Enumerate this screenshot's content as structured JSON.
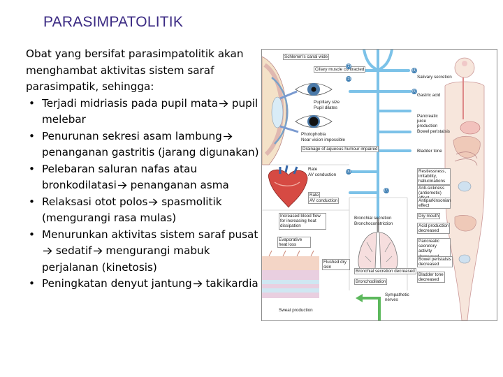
{
  "slide": {
    "title": "PARASIMPATOLITIK",
    "intro": "Obat yang bersifat parasimpatolitik akan menghambat aktivitas sistem saraf parasimpatik, sehingga:",
    "bullet_symbol": "•",
    "arrow_icon": "right-arrow-icon",
    "bullets": [
      {
        "before": "Terjadi midriasis pada pupil mata",
        "after": " pupil melebar"
      },
      {
        "before": "Penurunan sekresi asam lambung",
        "after": " penanganan gastritis (jarang digunakan)"
      },
      {
        "before": "Pelebaran saluran nafas atau bronkodilatasi",
        "after": " penanganan asma"
      },
      {
        "before": "Relaksasi otot polos",
        "after": " spasmolitik (mengurangi rasa mulas)"
      },
      {
        "before": "Menurunkan aktivitas sistem saraf pusat",
        "middle": " sedatif",
        "after": " mengurangi mabuk perjalanan (kinetosis)"
      },
      {
        "before": "Peningkatan denyut jantung",
        "after": " takikardia"
      }
    ]
  },
  "figure": {
    "nerve_color": "#7cc2e8",
    "labels": {
      "schlemm": "Schlemm's canal wide",
      "ciliary": "Ciliary muscle contracted",
      "pupillary": "Pupillary size",
      "pupil_state": "Pupil dilates",
      "photophobia": "Photophobia",
      "near_vision": "Near vision impossible",
      "drainage": "Drainage of aqueous humour impaired",
      "rate": "Rate",
      "av_conduction": "AV conduction",
      "rate2": "Rate",
      "av_conduction2": "AV conduction",
      "blood_flow": "Increased blood flow for increasing heat dissipation",
      "evaporative": "Evaporative heat loss",
      "bronchial_top": "Bronchial secretion",
      "bronchoconstriction": "Bronchoconstriction",
      "flushed": "Flushed dry skin",
      "bronchial_secretion": "Bronchial secretion decreased",
      "bronchodilation": "Bronchodilation",
      "sympathetic": "Sympathetic nerves",
      "sweat": "Sweat production",
      "salivary": "Salivary secretion",
      "gastric": "Gastric acid",
      "pancreatic": "Pancreatic juice production",
      "bowel_top": "Bowel peristalsis",
      "bladder_top": "Bladder tone",
      "restlessness": "Restlessness, irritability, hallucinations",
      "antiemetic": "Anti-sickness (antiemetic) effect",
      "antiparkinson": "Antiparkinsonian effect",
      "dry_mouth": "Dry mouth",
      "acid": "Acid production",
      "acid_state": "decreased",
      "pancreatic_secretory": "Pancreatic secretory activity",
      "pancreatic_state": "decreased",
      "bowel": "Bowel peristalsis",
      "bowel_state": "decreased",
      "bladder": "Bladder tone",
      "bladder_state": "decreased"
    },
    "markers": [
      "(2)",
      "(3)",
      "(4)",
      "(5)",
      "(6)",
      "(7)"
    ]
  }
}
